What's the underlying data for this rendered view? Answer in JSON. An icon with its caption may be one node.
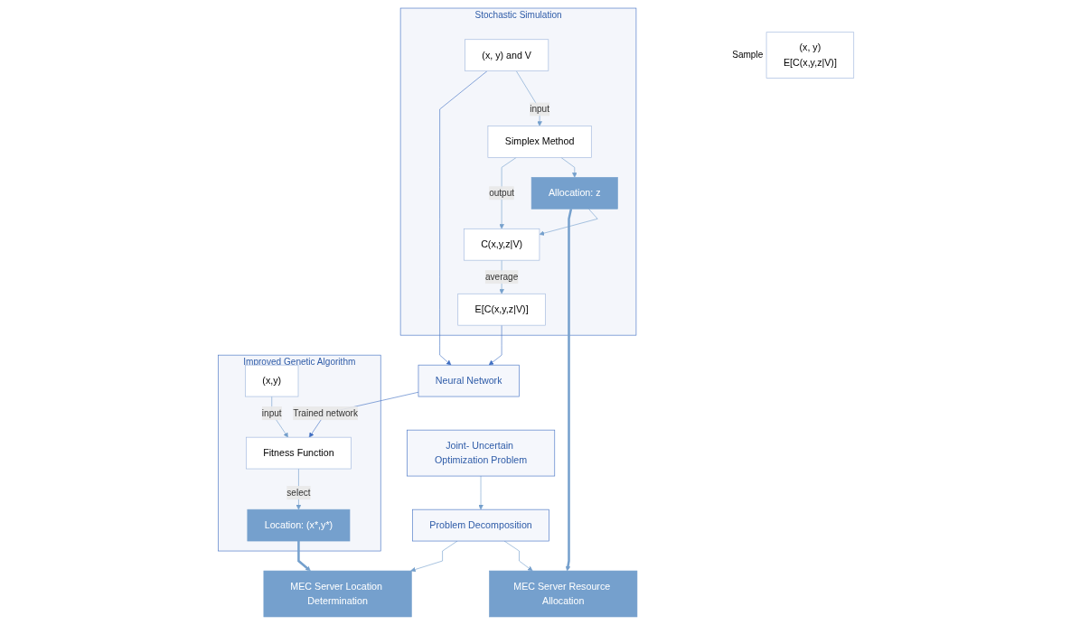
{
  "diagram": {
    "nodes": [
      {
        "text": [
          "Joint- Uncertain Optimization Problem"
        ]
      },
      {
        "text": [
          "Problem Decomposition"
        ]
      },
      {
        "text": [
          "MEC Server Location Determination"
        ]
      },
      {
        "text": [
          "MEC Server Resource Allocation"
        ]
      },
      {
        "text": [
          "Improved Genetic Algorithm"
        ]
      },
      {
        "text": [
          "(x,y)"
        ],
        "in": 4
      },
      {
        "text": [
          "Fitness Function"
        ],
        "in": 4
      },
      {
        "text": [
          "Location: (x*,y*)"
        ],
        "in": 4
      },
      {
        "text": [
          "(x, y)",
          "E[C(x,y,z|V)]"
        ],
        "beside": [
          "Sample"
        ]
      },
      {
        "text": [
          "Neural Network"
        ]
      },
      {
        "text": [
          "Stochastic Simulation"
        ]
      },
      {
        "text": [
          "(x, y) and V"
        ],
        "in": 10
      },
      {
        "text": [
          "Simplex Method"
        ],
        "in": 10
      },
      {
        "text": [
          "C(x,y,z|V)"
        ],
        "in": 10
      },
      {
        "text": [
          "Allocation: z"
        ],
        "in": 10
      },
      {
        "text": [
          "E[C(x,y,z|V)]"
        ],
        "in": 10
      }
    ],
    "edges": [
      {
        "from": 0,
        "to": 1,
        "arrow": "to"
      },
      {
        "from": 1,
        "to": 2,
        "arrow": "to"
      },
      {
        "from": 1,
        "to": 3,
        "arrow": "to"
      },
      {
        "from": 7,
        "to": 2,
        "arrow": "to",
        "style": "thick"
      },
      {
        "from": 14,
        "to": 3,
        "arrow": "to",
        "style": "thick"
      },
      {
        "from": 5,
        "to": 6,
        "arrow": "to",
        "label": "input"
      },
      {
        "from": 6,
        "to": 7,
        "arrow": "to",
        "label": "select"
      },
      {
        "from": 11,
        "to": 9,
        "arrow": "to",
        "color": "#4472c4"
      },
      {
        "from": 15,
        "to": 9,
        "arrow": "to",
        "color": "#4472c4"
      },
      {
        "from": 9,
        "to": 6,
        "arrow": "to",
        "label": "Trained network",
        "color": "#4472c4"
      },
      {
        "from": 11,
        "to": 12,
        "arrow": "to",
        "label": "input"
      },
      {
        "from": 12,
        "to": 13,
        "arrow": "to",
        "label": "output"
      },
      {
        "from": 12,
        "to": 14,
        "arrow": "to"
      },
      {
        "from": 14,
        "to": 13,
        "arrow": "to"
      },
      {
        "from": 13,
        "to": 15,
        "arrow": "to",
        "label": "average"
      }
    ]
  }
}
